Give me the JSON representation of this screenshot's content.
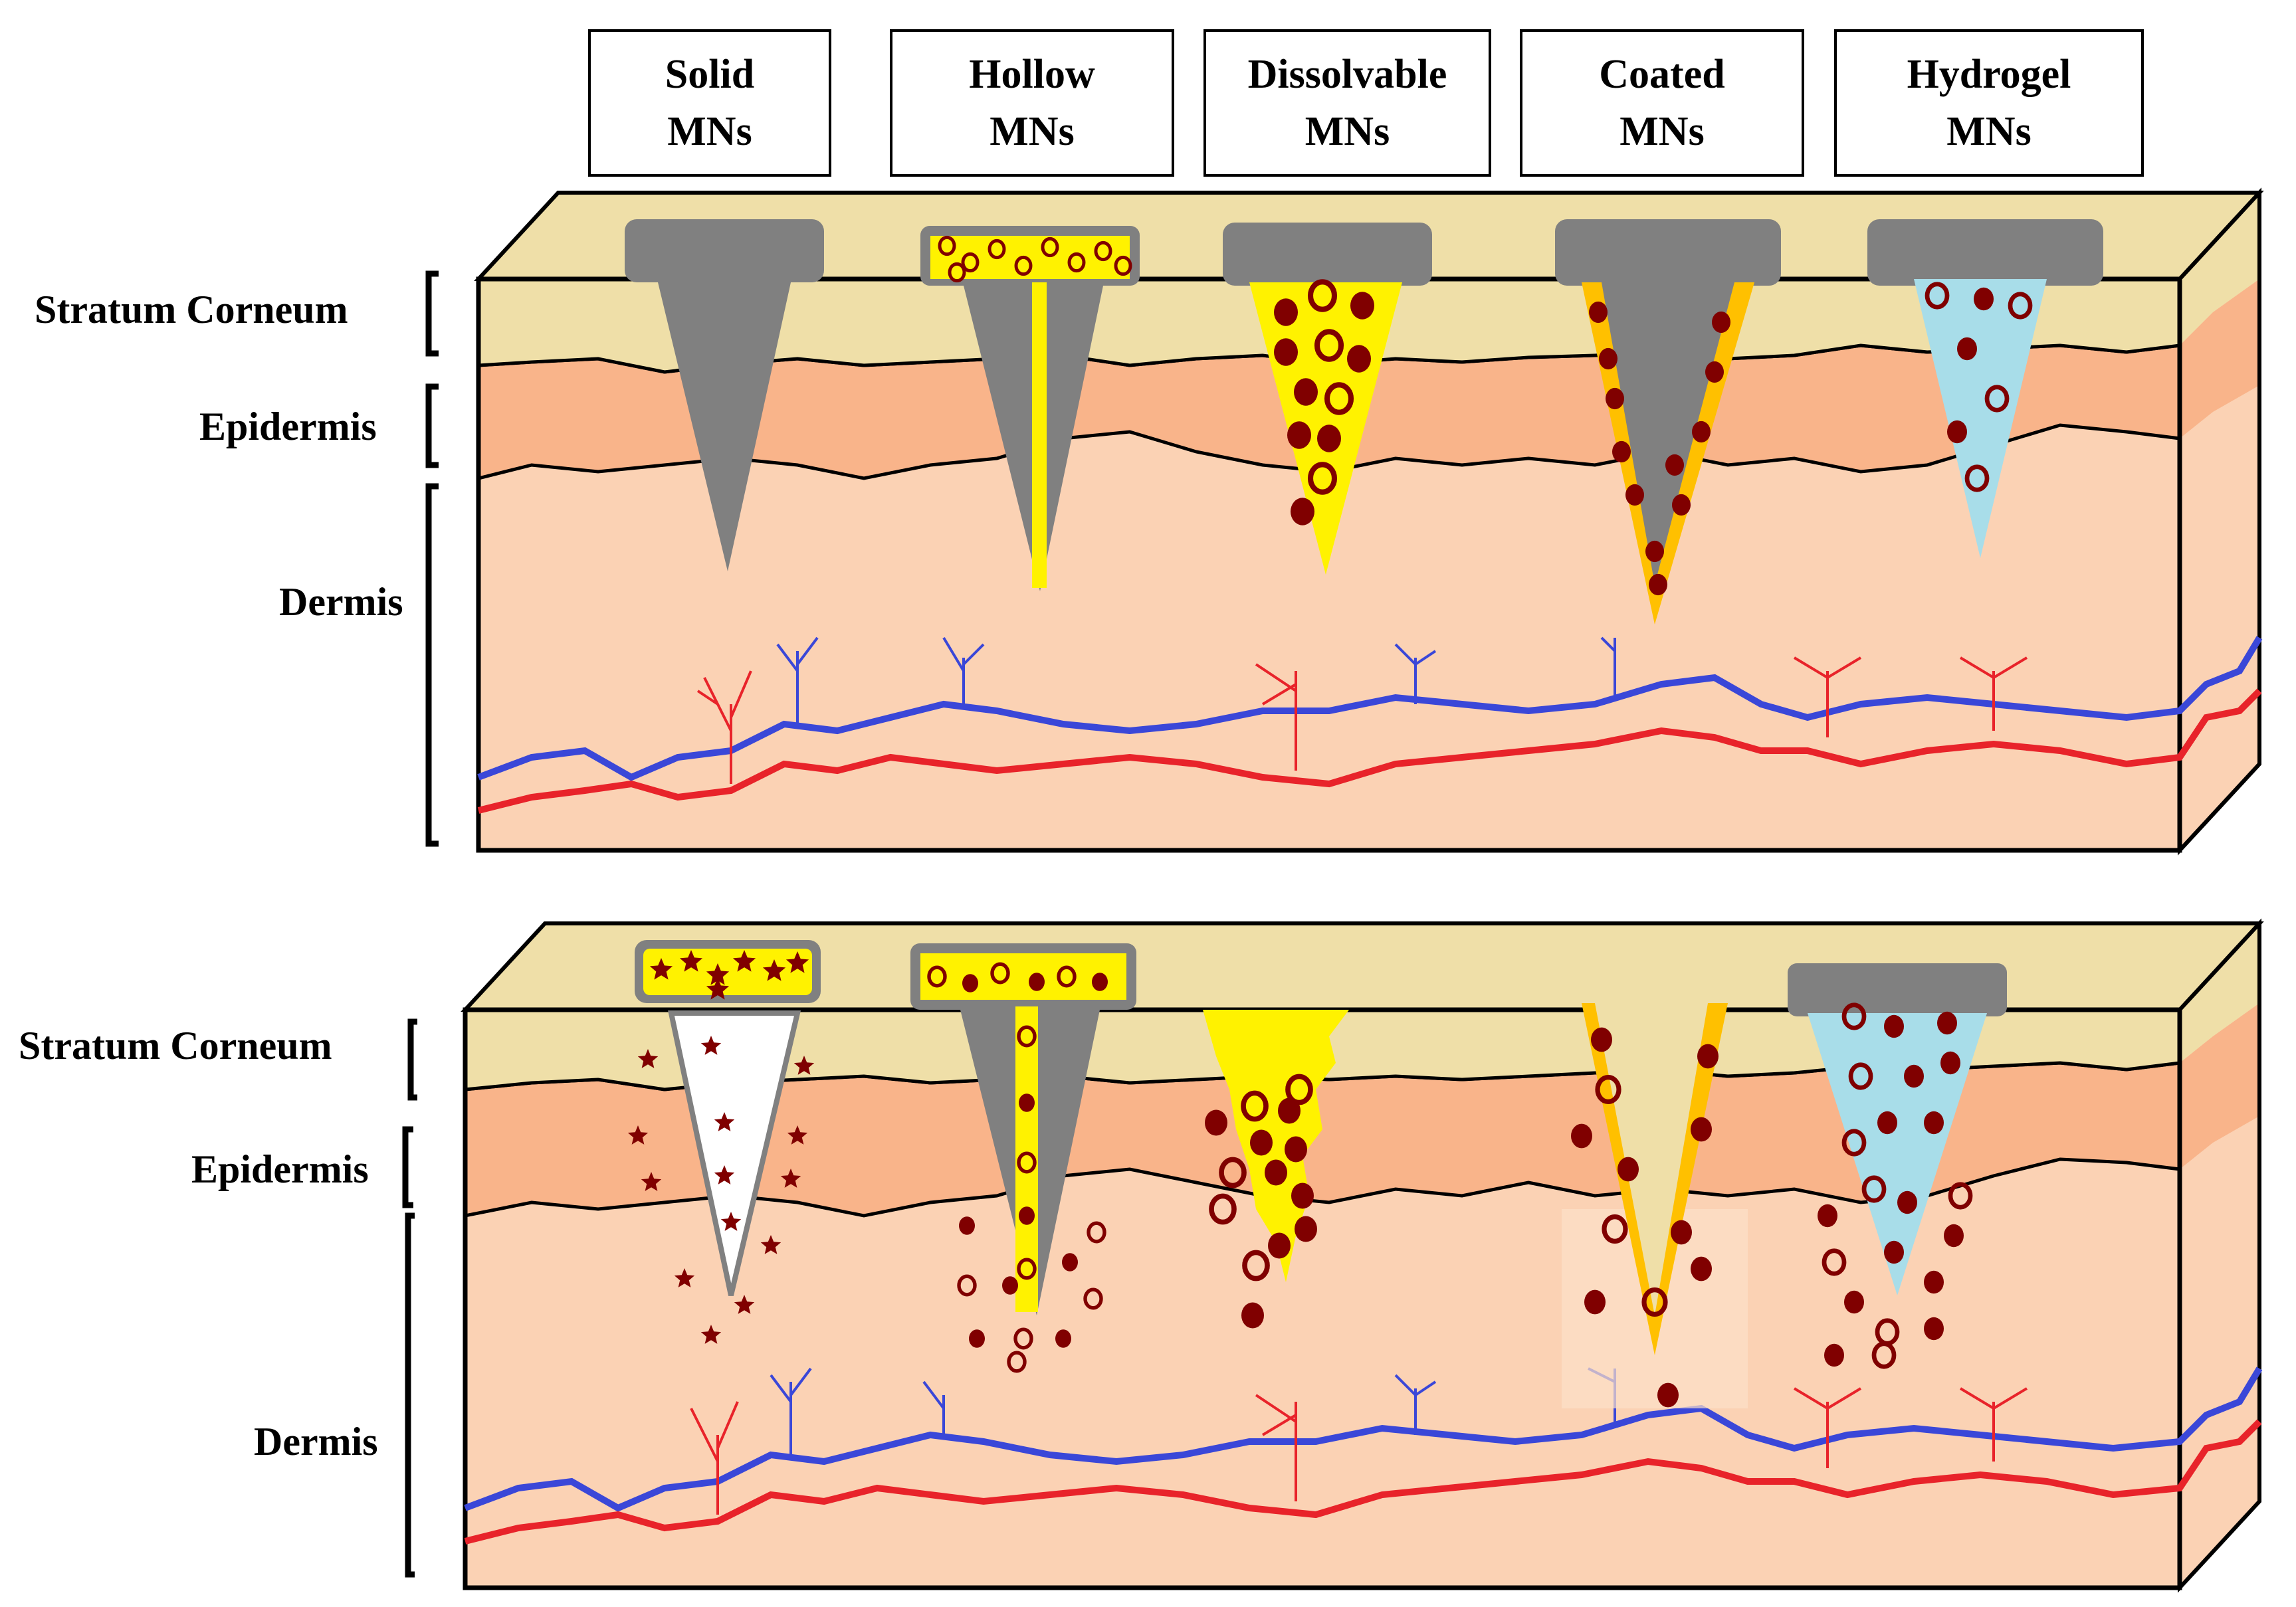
{
  "headers": [
    {
      "line1": "Solid",
      "line2": "MNs"
    },
    {
      "line1": "Hollow",
      "line2": "MNs"
    },
    {
      "line1": "Dissolvable",
      "line2": "MNs"
    },
    {
      "line1": "Coated",
      "line2": "MNs"
    },
    {
      "line1": "Hydrogel",
      "line2": "MNs"
    }
  ],
  "top_panel": {
    "stratum_corneum": "Stratum Corneum",
    "epidermis": "Epidermis",
    "dermis": "Dermis"
  },
  "bottom_panel": {
    "stratum_corneum": "Stratum Corneum",
    "epidermis": "Epidermis",
    "dermis": "Dermis"
  },
  "colors": {
    "stratum_corneum": "#efdfa8",
    "epidermis": "#f9b48a",
    "dermis": "#fbd2b4",
    "needle_gray": "#808080",
    "drug_yellow": "#fff200",
    "coating_orange": "#ffc000",
    "hydrogel_blue": "#a8dde9",
    "drug_dark_red": "#800000",
    "vein_blue": "#3a47d8",
    "artery_red": "#e8232a"
  }
}
